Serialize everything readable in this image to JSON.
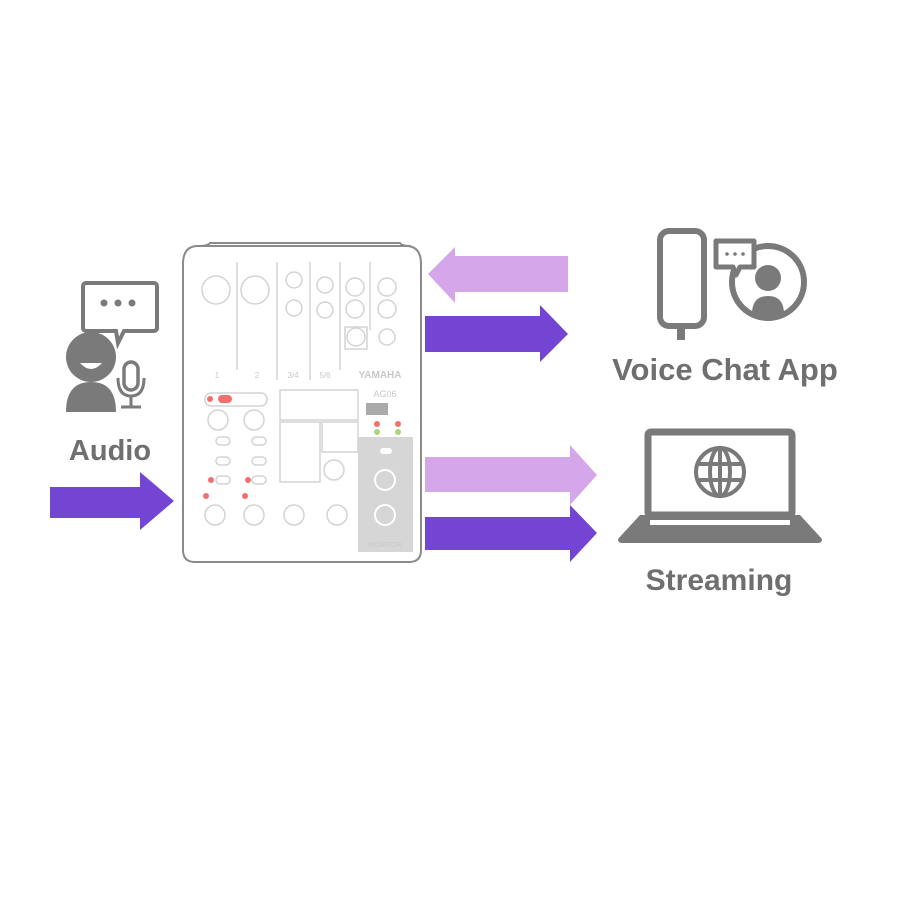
{
  "labels": {
    "audio": "Audio",
    "voice_chat": "Voice Chat App",
    "streaming": "Streaming"
  },
  "mixer": {
    "channels": [
      "1",
      "2",
      "3/4",
      "5/6"
    ],
    "brand": "YAMAHA",
    "model": "AG06",
    "monitor": "MONITOR"
  },
  "colors": {
    "arrow_dark": "#7445d2",
    "arrow_light": "#d6a6ea",
    "icon_gray": "#7a7a7a",
    "mixer_line": "#cfcfcf"
  }
}
